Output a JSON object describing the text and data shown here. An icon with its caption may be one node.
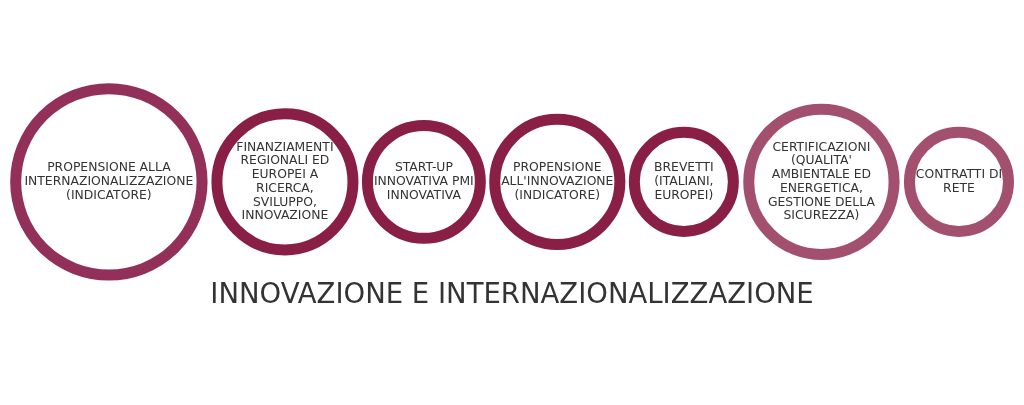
{
  "diagram": {
    "title": "INNOVAZIONE E INTERNAZIONALIZZAZIONE",
    "nodes": [
      {
        "text": [
          "PROPENSIONE ALLA INTERNAZIONALIZZAZIONE (INDICATORE)"
        ]
      },
      {
        "text": [
          "FINANZIAMENTI REGIONALI ED EUROPEI A RICERCA, SVILUPPO, INNOVAZIONE"
        ]
      },
      {
        "text": [
          "START-UP INNOVATIVA PMI INNOVATIVA"
        ]
      },
      {
        "text": [
          "PROPENSIONE ALL'INNOVAZIONE (INDICATORE)"
        ]
      },
      {
        "text": [
          "BREVETTI (ITALIANI, EUROPEI)"
        ]
      },
      {
        "text": [
          "CERTIFICAZIONI (QUALITA' AMBIENTALE ED ENERGETICA, GESTIONE DELLA SICUREZZA)"
        ]
      },
      {
        "text": [
          "CONTRATTI DI RETE"
        ]
      }
    ],
    "edges": []
  }
}
